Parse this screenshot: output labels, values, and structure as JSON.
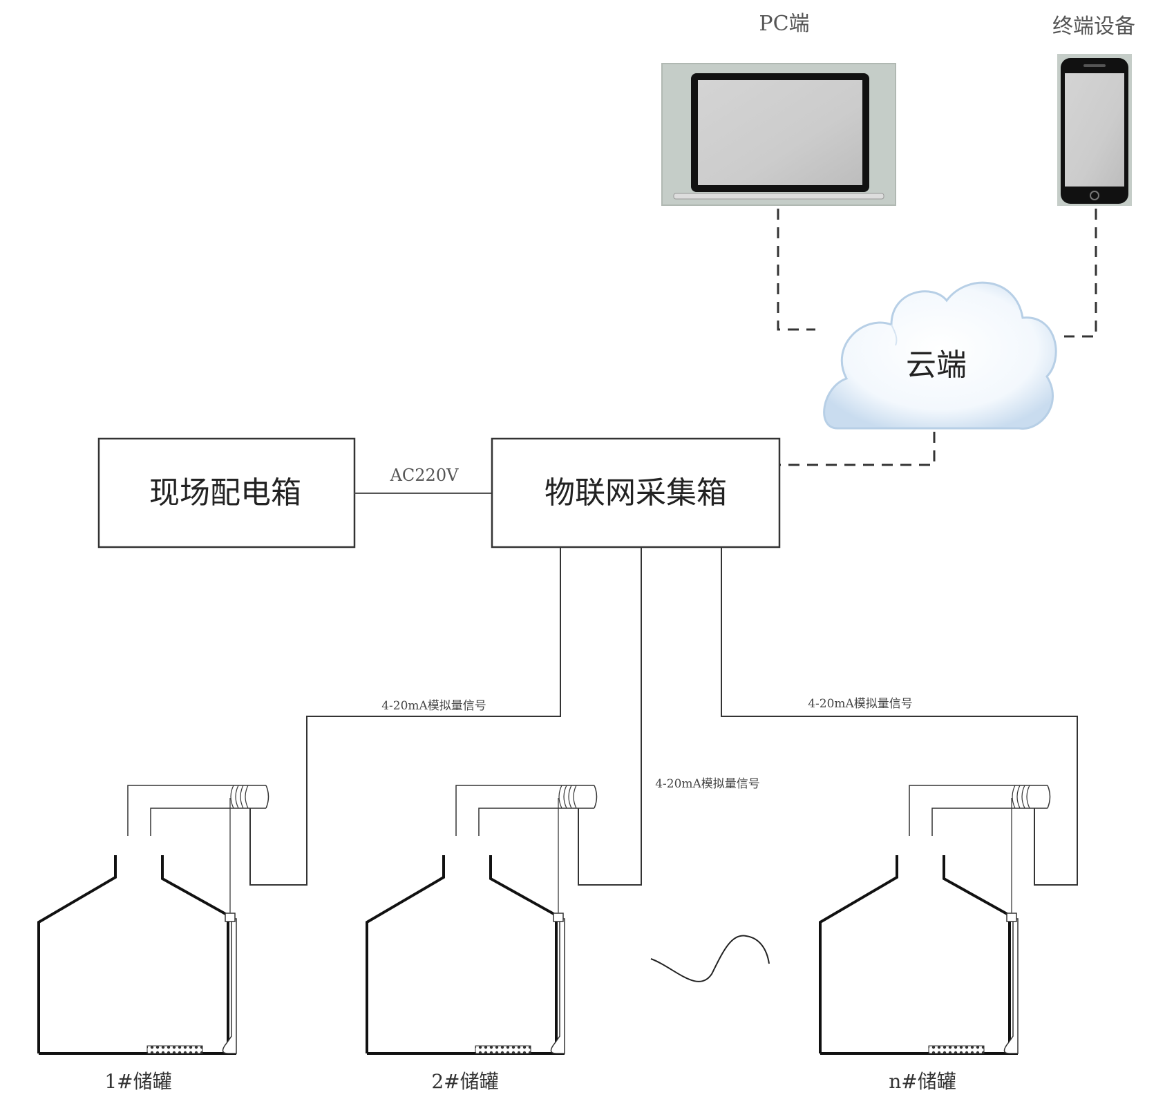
{
  "labels": {
    "pc": "PC端",
    "terminal": "终端设备",
    "cloud": "云端",
    "distribution_box": "现场配电箱",
    "iot_box": "物联网采集箱",
    "ac_voltage": "AC220V",
    "signal_left": "4-20mA模拟量信号",
    "signal_middle": "4-20mA模拟量信号",
    "signal_right": "4-20mA模拟量信号",
    "tank_1": "1#储罐",
    "tank_2": "2#储罐",
    "tank_n": "n#储罐"
  }
}
